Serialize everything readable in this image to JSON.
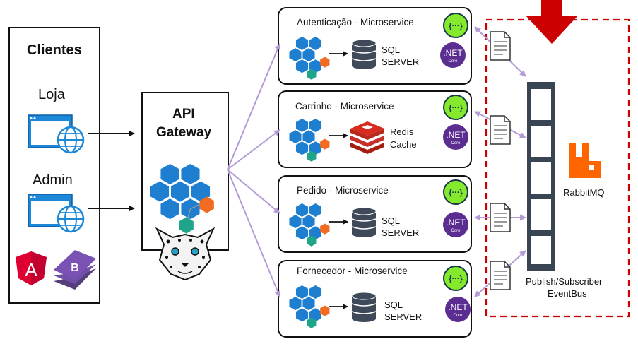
{
  "clients": {
    "title": "Clientes",
    "items": [
      {
        "label": "Loja"
      },
      {
        "label": "Admin"
      }
    ]
  },
  "gateway": {
    "line1": "API",
    "line2": "Gateway"
  },
  "microservices": [
    {
      "title": "Autenticação - Microservice",
      "storage_line1": "SQL",
      "storage_line2": "SERVER",
      "storage_icon": "sql-server-icon"
    },
    {
      "title": "Carrinho - Microservice",
      "storage_line1": "Redis",
      "storage_line2": "Cache",
      "storage_icon": "redis-icon"
    },
    {
      "title": "Pedido - Microservice",
      "storage_line1": "SQL",
      "storage_line2": "SERVER",
      "storage_icon": "sql-server-icon"
    },
    {
      "title": "Fornecedor - Microservice",
      "storage_line1": "SQL",
      "storage_line2": "SERVER",
      "storage_icon": "sql-server-icon"
    }
  ],
  "dotnet": {
    "line1": ".NET",
    "line2": "Core"
  },
  "swagger_glyph": "{···}",
  "broker": {
    "name": "RabbitMQ",
    "bus_line1": "Publish/Subscriber",
    "bus_line2": "EventBus"
  },
  "frameworks": {
    "angular_glyph": "A",
    "bootstrap_glyph": "B"
  },
  "colors": {
    "hex_blue": "#1e7fd0",
    "hex_orange": "#f26b22",
    "hex_teal": "#1fa58a",
    "arrow_purple": "#b59bd6",
    "dotnet_purple": "#5c2d91",
    "swagger_green": "#85ea2d",
    "rabbit_orange": "#ff6600",
    "redis_red": "#d82c20",
    "dashed_red": "#cc0000",
    "angular_red": "#dd0031",
    "bootstrap_purple": "#7952b3"
  }
}
